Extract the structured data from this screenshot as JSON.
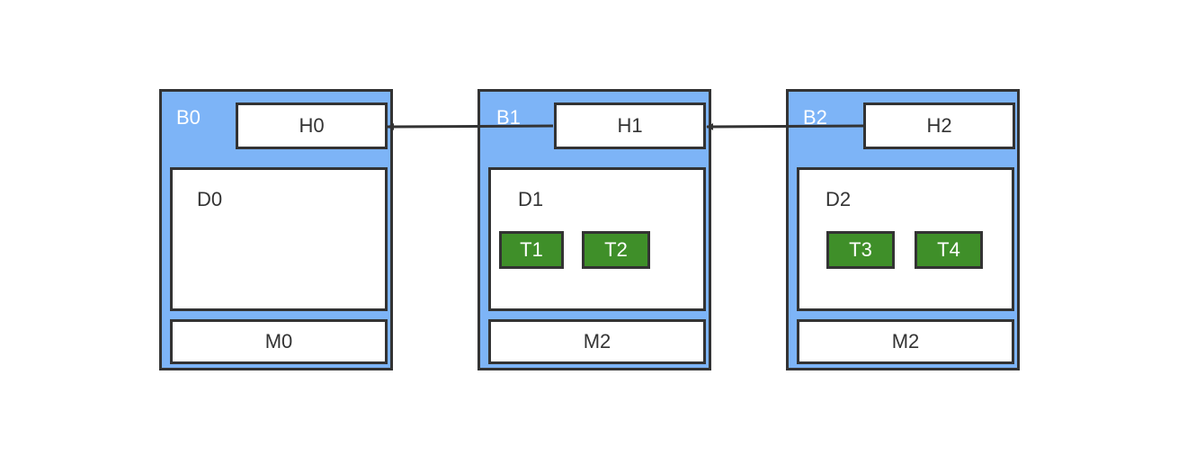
{
  "colors": {
    "block_fill": "#7db4f7",
    "border": "#333333",
    "box_fill": "#ffffff",
    "tx_fill": "#3f8f29",
    "arrow": "#333333"
  },
  "blocks": [
    {
      "label": "B0",
      "header": "H0",
      "data": {
        "label": "D0",
        "transactions": []
      },
      "meta": "M0"
    },
    {
      "label": "B1",
      "header": "H1",
      "data": {
        "label": "D1",
        "transactions": [
          "T1",
          "T2"
        ]
      },
      "meta": "M2"
    },
    {
      "label": "B2",
      "header": "H2",
      "data": {
        "label": "D2",
        "transactions": [
          "T3",
          "T4"
        ]
      },
      "meta": "M2"
    }
  ],
  "links": [
    {
      "from": "H1",
      "to": "H0"
    },
    {
      "from": "H2",
      "to": "H1"
    }
  ]
}
